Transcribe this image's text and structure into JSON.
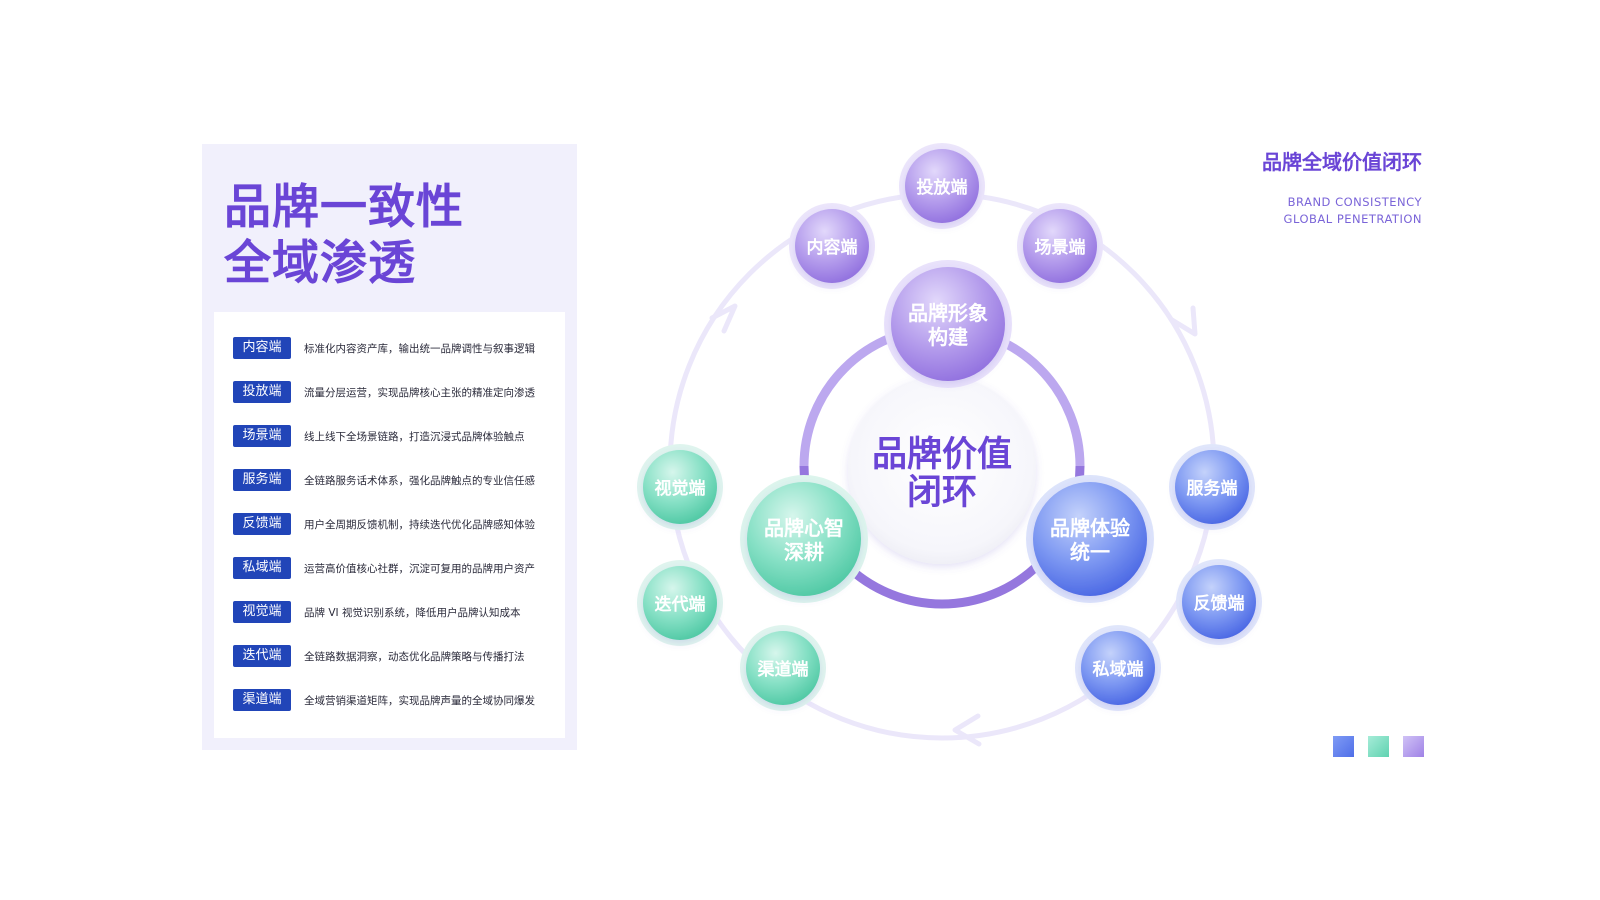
{
  "left_panel": {
    "headline_line1": "品牌一致性",
    "headline_line2": "全域渗透",
    "items": [
      {
        "tag": "内容端",
        "desc": "标准化内容资产库，输出统一品牌调性与叙事逻辑"
      },
      {
        "tag": "投放端",
        "desc": "流量分层运营，实现品牌核心主张的精准定向渗透"
      },
      {
        "tag": "场景端",
        "desc": "线上线下全场景链路，打造沉浸式品牌体验触点"
      },
      {
        "tag": "服务端",
        "desc": "全链路服务话术体系，强化品牌触点的专业信任感"
      },
      {
        "tag": "反馈端",
        "desc": "用户全周期反馈机制，持续迭代优化品牌感知体验"
      },
      {
        "tag": "私域端",
        "desc": "运营高价值核心社群，沉淀可复用的品牌用户资产"
      },
      {
        "tag": "视觉端",
        "desc": "品牌 VI 视觉识别系统，降低用户品牌认知成本"
      },
      {
        "tag": "迭代端",
        "desc": "全链路数据洞察，动态优化品牌策略与传播打法"
      },
      {
        "tag": "渠道端",
        "desc": "全域营销渠道矩阵，实现品牌声量的全域协同爆发"
      }
    ]
  },
  "right_header": {
    "title": "品牌全域价值闭环",
    "en_line1": "BRAND CONSISTENCY",
    "en_line2": "GLOBAL PENETRATION"
  },
  "diagram": {
    "center_line1": "品牌价值",
    "center_line2": "闭环",
    "pillars": [
      {
        "line1": "品牌形象",
        "line2": "构建",
        "color": "purple"
      },
      {
        "line1": "品牌心智",
        "line2": "深耕",
        "color": "green"
      },
      {
        "line1": "品牌体验",
        "line2": "统一",
        "color": "blue"
      }
    ],
    "outer_nodes": [
      {
        "label": "投放端",
        "color": "purple"
      },
      {
        "label": "内容端",
        "color": "purple"
      },
      {
        "label": "场景端",
        "color": "purple"
      },
      {
        "label": "视觉端",
        "color": "green"
      },
      {
        "label": "迭代端",
        "color": "green"
      },
      {
        "label": "渠道端",
        "color": "green"
      },
      {
        "label": "服务端",
        "color": "blue"
      },
      {
        "label": "反馈端",
        "color": "blue"
      },
      {
        "label": "私域端",
        "color": "blue"
      }
    ]
  },
  "colors": {
    "purple": "#9f82e6",
    "green": "#5fd2b0",
    "blue": "#4f6ee8",
    "accent": "#6a45d6",
    "tag_bg": "#2145b8"
  },
  "legend_swatches": [
    "blue",
    "green",
    "purple"
  ]
}
